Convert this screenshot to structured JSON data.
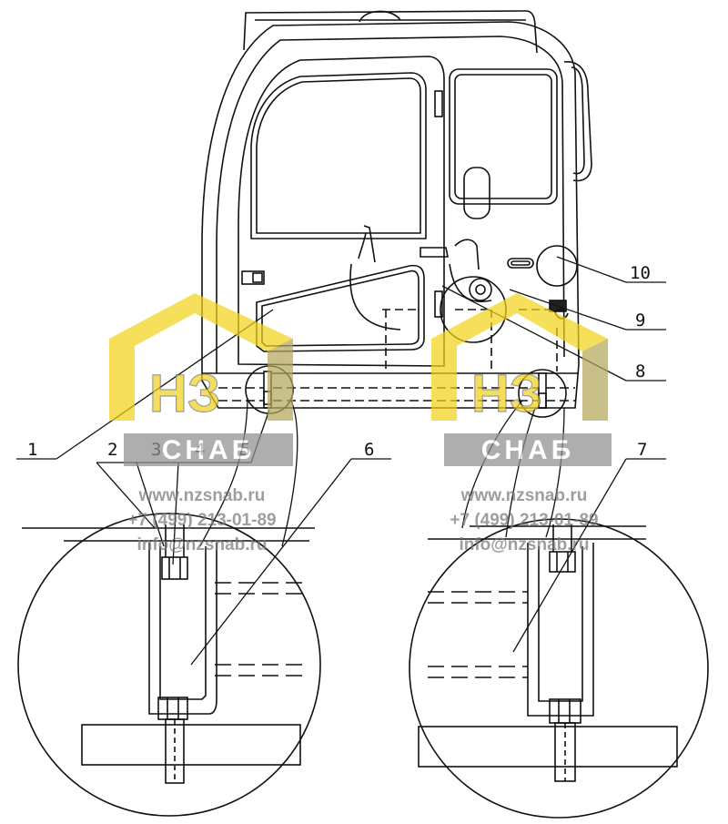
{
  "diagram": {
    "callouts": [
      {
        "id": "1",
        "label": "1"
      },
      {
        "id": "2",
        "label": "2"
      },
      {
        "id": "3",
        "label": "3"
      },
      {
        "id": "4",
        "label": "4"
      },
      {
        "id": "5",
        "label": "5"
      },
      {
        "id": "6",
        "label": "6"
      },
      {
        "id": "7",
        "label": "7"
      },
      {
        "id": "8",
        "label": "8"
      },
      {
        "id": "9",
        "label": "9"
      },
      {
        "id": "10",
        "label": "10"
      }
    ]
  },
  "watermark": {
    "logo_letters": "НЗ",
    "brand": "СНАБ",
    "website": "www.nzsnab.ru",
    "phone": "+7 (499) 213-01-89",
    "email": "info@nzsnab.ru",
    "colors": {
      "yellow": "#f2d21b",
      "gray": "#888888",
      "text": "#7a7a7a"
    }
  }
}
